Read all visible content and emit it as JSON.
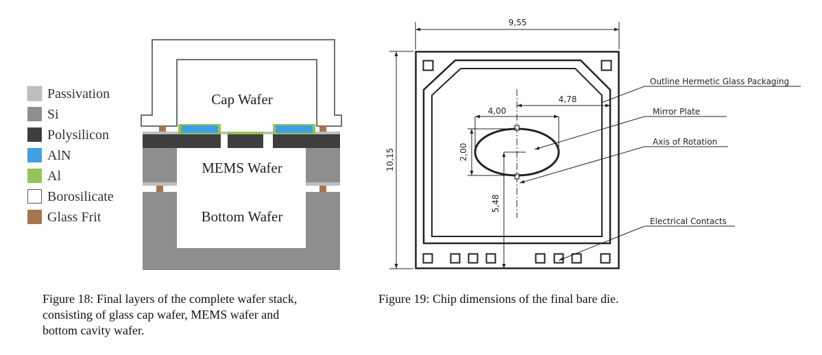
{
  "figure18": {
    "legend": [
      {
        "label": "Passivation",
        "color": "#bdbdbd"
      },
      {
        "label": "Si",
        "color": "#8e8e8e"
      },
      {
        "label": "Polysilicon",
        "color": "#3e3e3e"
      },
      {
        "label": "AlN",
        "color": "#3fa0e4"
      },
      {
        "label": "Al",
        "color": "#96c356"
      },
      {
        "label": "Borosilicate",
        "color": "#ffffff"
      },
      {
        "label": "Glass Frit",
        "color": "#a5764c"
      }
    ],
    "labels": {
      "cap": "Cap Wafer",
      "mems": "MEMS Wafer",
      "bottom": "Bottom Wafer"
    },
    "caption": "Figure 18: Final layers of the complete wafer stack, consisting of glass cap wafer, MEMS wafer and bottom cavity wafer."
  },
  "figure19": {
    "dimensions": {
      "width": "9,55",
      "height": "10,15",
      "mirror_width": "4,00",
      "offset_x": "4,78",
      "mirror_height": "2,00",
      "offset_y": "5,48"
    },
    "callouts": {
      "outline": "Outline Hermetic Glass Packaging",
      "mirror": "Mirror Plate",
      "axis": "Axis of Rotation",
      "contacts": "Electrical Contacts"
    },
    "caption": "Figure 19: Chip dimensions of the final bare die."
  }
}
